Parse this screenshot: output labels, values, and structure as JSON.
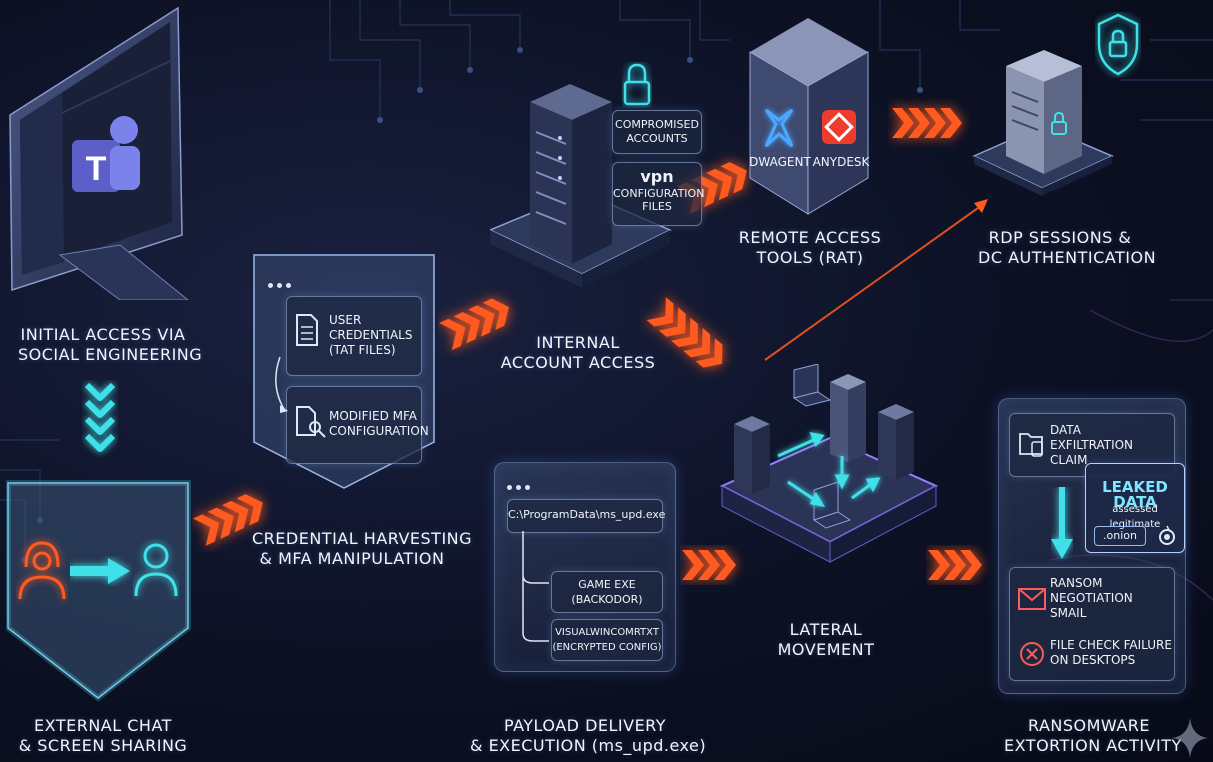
{
  "stages": {
    "initial_access": [
      "INITIAL ACCESS VIA",
      "SOCIAL ENGINEERING"
    ],
    "external_chat": [
      "EXTERNAL CHAT",
      "& SCREEN SHARING"
    ],
    "credential": [
      "CREDENTIAL HARVESTING",
      "& MFA MANIPULATION"
    ],
    "internal": [
      "INTERNAL",
      "ACCOUNT ACCESS"
    ],
    "remote": [
      "REMOTE ACCESS",
      "TOOLS (RAT)"
    ],
    "rdp": [
      "RDP SESSIONS &",
      "DC AUTHENTICATION"
    ],
    "lateral": [
      "LATERAL",
      "MOVEMENT"
    ],
    "payload": [
      "PAYLOAD DELIVERY",
      "& EXECUTION (ms_upd.exe)"
    ],
    "ransomware": [
      "RANSOMWARE",
      "EXTORTION ACTIVITY"
    ]
  },
  "credential_panel": {
    "card1": [
      "USER",
      "CREDENTIALS",
      "(TAT FILES)"
    ],
    "card2": [
      "MODIFIED MFA",
      "CONFIGURATION"
    ]
  },
  "internal_cards": {
    "compromised": [
      "COMPROMISED",
      "ACCOUNTS"
    ],
    "vpn_title": "vpn",
    "vpn": [
      "CONFIGURATION",
      "FILES"
    ]
  },
  "rat_tools": {
    "tool1": "DWAGENT",
    "tool2": "ANYDESK"
  },
  "payload_panel": {
    "path": "C:\\ProgramData\\ms_upd.exe",
    "child1": [
      "GAME EXE",
      "(BACKODOR)"
    ],
    "child2": [
      "VISUALWINCOMRTXT",
      "(ENCRYPTED CONFIG)"
    ]
  },
  "ransom_panel": {
    "exfil": [
      "DATA",
      "EXFILTRATION",
      "CLAIM"
    ],
    "leaked_title": "LEAKED DATA",
    "leaked_sub": "assessed legitimate",
    "onion": ".onion",
    "negotiation": [
      "RANSOM",
      "NEGOTIATION",
      "SMAIL"
    ],
    "failure": [
      "FILE CHECK FAILURE",
      "ON DESKTOPS"
    ]
  },
  "colors": {
    "arrow_orange": "#ff5a1f",
    "cyan": "#3fe0e8",
    "accent_red": "#ff4a2a"
  }
}
